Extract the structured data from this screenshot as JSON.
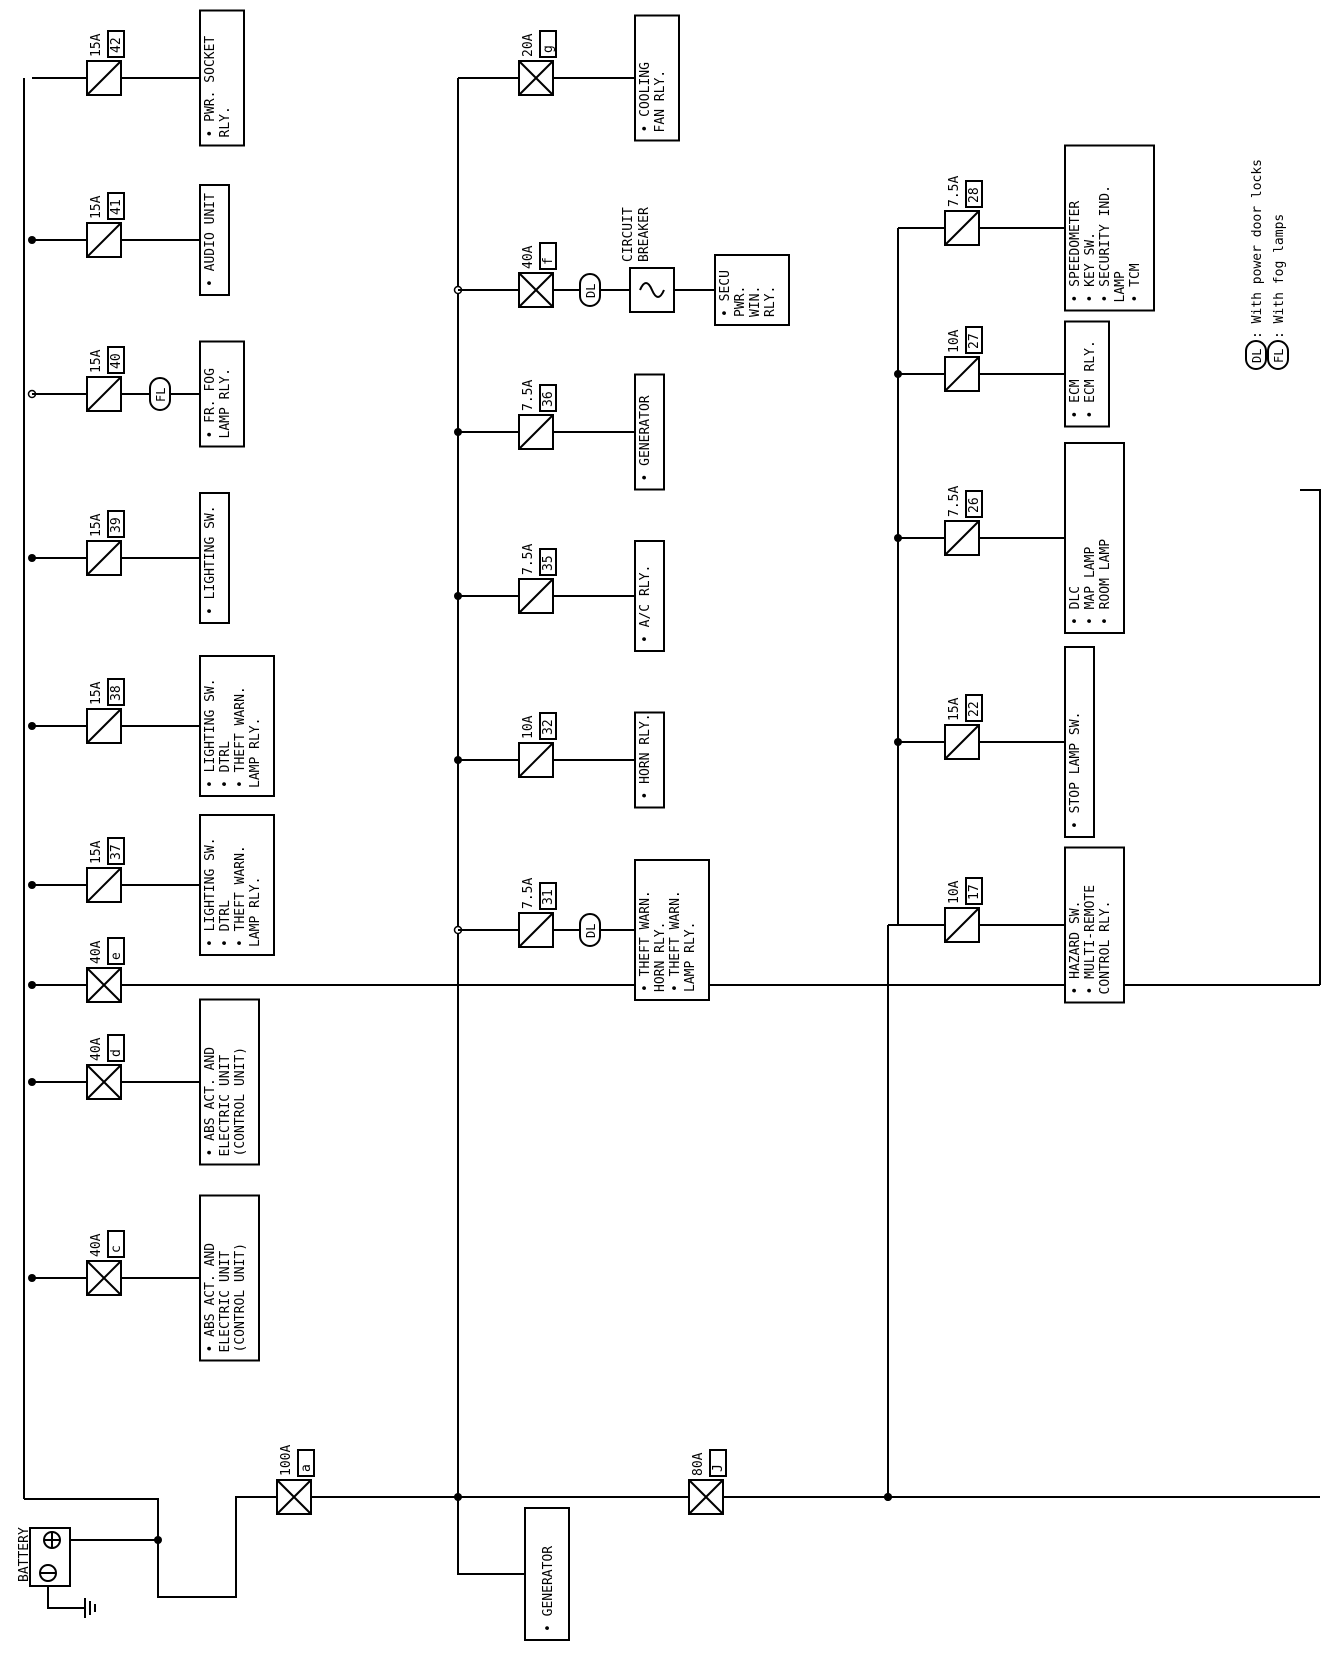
{
  "battery_label": "BATTERY",
  "main_fuse": {
    "amp": "100A",
    "id": "a"
  },
  "fuse_j": {
    "amp": "80A",
    "id": "J"
  },
  "generator_bottom": "GENERATOR",
  "legend": {
    "dl_code": "DL",
    "dl_text": ": With power door locks",
    "fl_code": "FL",
    "fl_text": ": With fog lamps"
  },
  "col1": [
    {
      "amp": "15A",
      "id": "42",
      "lines": [
        "PWR. SOCKET",
        "RLY."
      ],
      "tag": ""
    },
    {
      "amp": "15A",
      "id": "41",
      "lines": [
        "AUDIO UNIT"
      ],
      "tag": ""
    },
    {
      "amp": "15A",
      "id": "40",
      "lines": [
        "FR. FOG",
        "LAMP RLY."
      ],
      "tag": "FL"
    },
    {
      "amp": "15A",
      "id": "39",
      "lines": [
        "LIGHTING SW."
      ],
      "tag": ""
    },
    {
      "amp": "15A",
      "id": "38",
      "lines": [
        "LIGHTING SW.",
        "DTRL",
        "THEFT WARN.",
        "LAMP RLY."
      ],
      "tag": ""
    },
    {
      "amp": "15A",
      "id": "37",
      "lines": [
        "LIGHTING SW.",
        "DTRL",
        "THEFT WARN.",
        "LAMP RLY."
      ],
      "tag": ""
    },
    {
      "amp": "40A",
      "id": "e",
      "lines": [],
      "tag": ""
    },
    {
      "amp": "40A",
      "id": "d",
      "lines": [
        "ABS ACT. AND",
        "ELECTRIC UNIT",
        "(CONTROL UNIT)"
      ],
      "tag": ""
    },
    {
      "amp": "40A",
      "id": "c",
      "lines": [
        "ABS ACT. AND",
        "ELECTRIC UNIT",
        "(CONTROL UNIT)"
      ],
      "tag": ""
    }
  ],
  "col2": [
    {
      "amp": "20A",
      "id": "g",
      "lines": [
        "COOLING",
        "FAN RLY."
      ],
      "tag": ""
    },
    {
      "amp": "40A",
      "id": "f",
      "lines": [
        "SECU",
        "PWR.",
        "WIN.",
        "RLY."
      ],
      "tag": "DL",
      "breaker": "CIRCUIT BREAKER"
    },
    {
      "amp": "7.5A",
      "id": "36",
      "lines": [
        "GENERATOR"
      ],
      "tag": ""
    },
    {
      "amp": "7.5A",
      "id": "35",
      "lines": [
        "A/C RLY."
      ],
      "tag": ""
    },
    {
      "amp": "10A",
      "id": "32",
      "lines": [
        "HORN RLY."
      ],
      "tag": ""
    },
    {
      "amp": "7.5A",
      "id": "31",
      "lines": [
        "THEFT WARN.",
        "HORN RLY.",
        "THEFT WARN.",
        "LAMP RLY."
      ],
      "tag": "DL"
    }
  ],
  "col3": [
    {
      "amp": "7.5A",
      "id": "28",
      "lines": [
        "SPEEDOMETER",
        "KEY SW.",
        "SECURITY IND.",
        "LAMP",
        "TCM"
      ],
      "tag": ""
    },
    {
      "amp": "10A",
      "id": "27",
      "lines": [
        "ECM",
        "ECM RLY."
      ],
      "tag": ""
    },
    {
      "amp": "7.5A",
      "id": "26",
      "lines": [
        "DLC",
        "MAP LAMP",
        "ROOM LAMP"
      ],
      "tag": ""
    },
    {
      "amp": "15A",
      "id": "22",
      "lines": [
        "STOP LAMP SW."
      ],
      "tag": ""
    },
    {
      "amp": "10A",
      "id": "17",
      "lines": [
        "HAZARD SW.",
        "MULTI-REMOTE",
        "CONTROL RLY."
      ],
      "tag": ""
    }
  ]
}
